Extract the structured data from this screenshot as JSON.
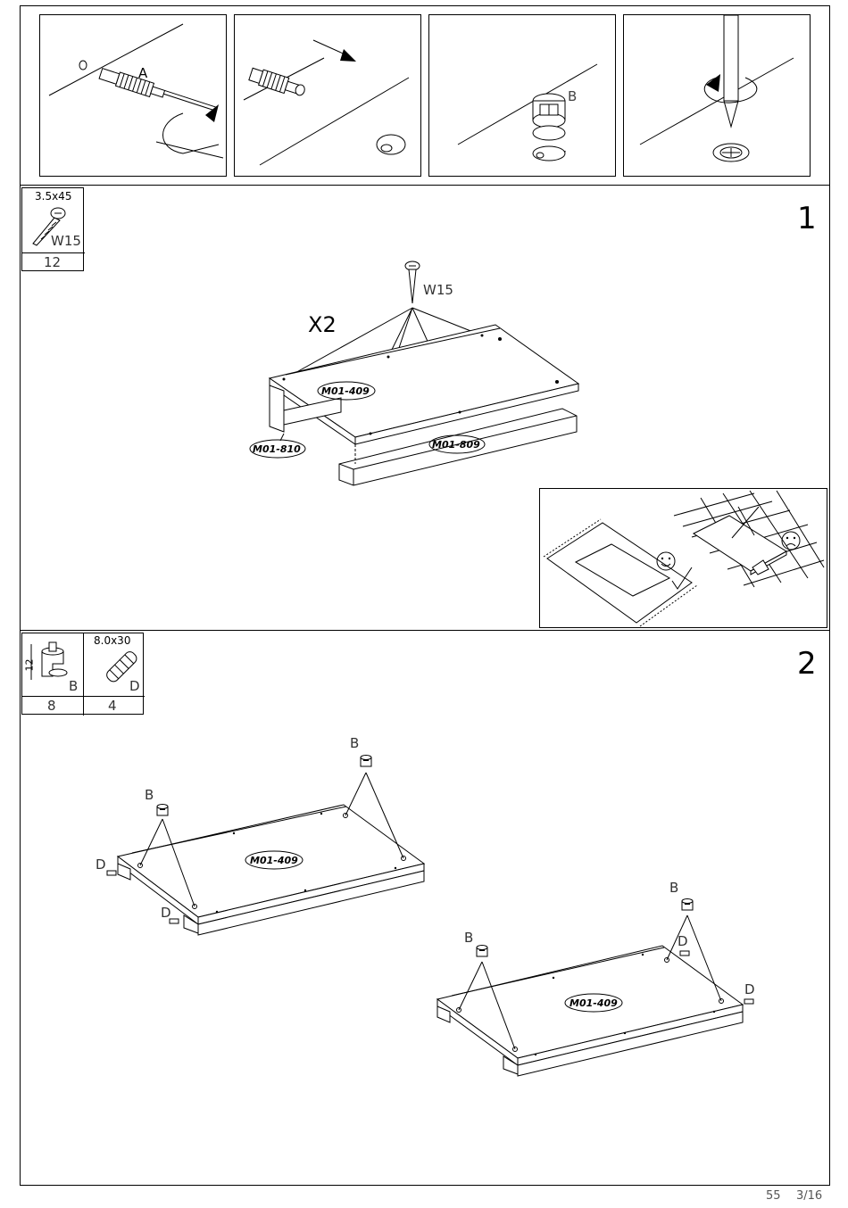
{
  "top_panel": {
    "labels": {
      "cam_bolt": "A",
      "cam_lock": "B"
    }
  },
  "step1": {
    "number": "1",
    "hardware": {
      "size": "3.5x45",
      "code": "W15",
      "qty": "12"
    },
    "multiplier": "X2",
    "screw_label": "W15",
    "parts": {
      "top": "M01-409",
      "side_left": "M01-810",
      "side_right": "M01-809"
    }
  },
  "step2": {
    "number": "2",
    "hardware": [
      {
        "size": "12",
        "code": "B",
        "qty": "8"
      },
      {
        "size": "8.0x30",
        "code": "D",
        "qty": "4"
      }
    ],
    "part_a": "M01-409",
    "part_b": "M01-409",
    "labels": {
      "cam": "B",
      "dowel": "D"
    }
  },
  "footer": {
    "code": "55",
    "page": "3/16"
  }
}
